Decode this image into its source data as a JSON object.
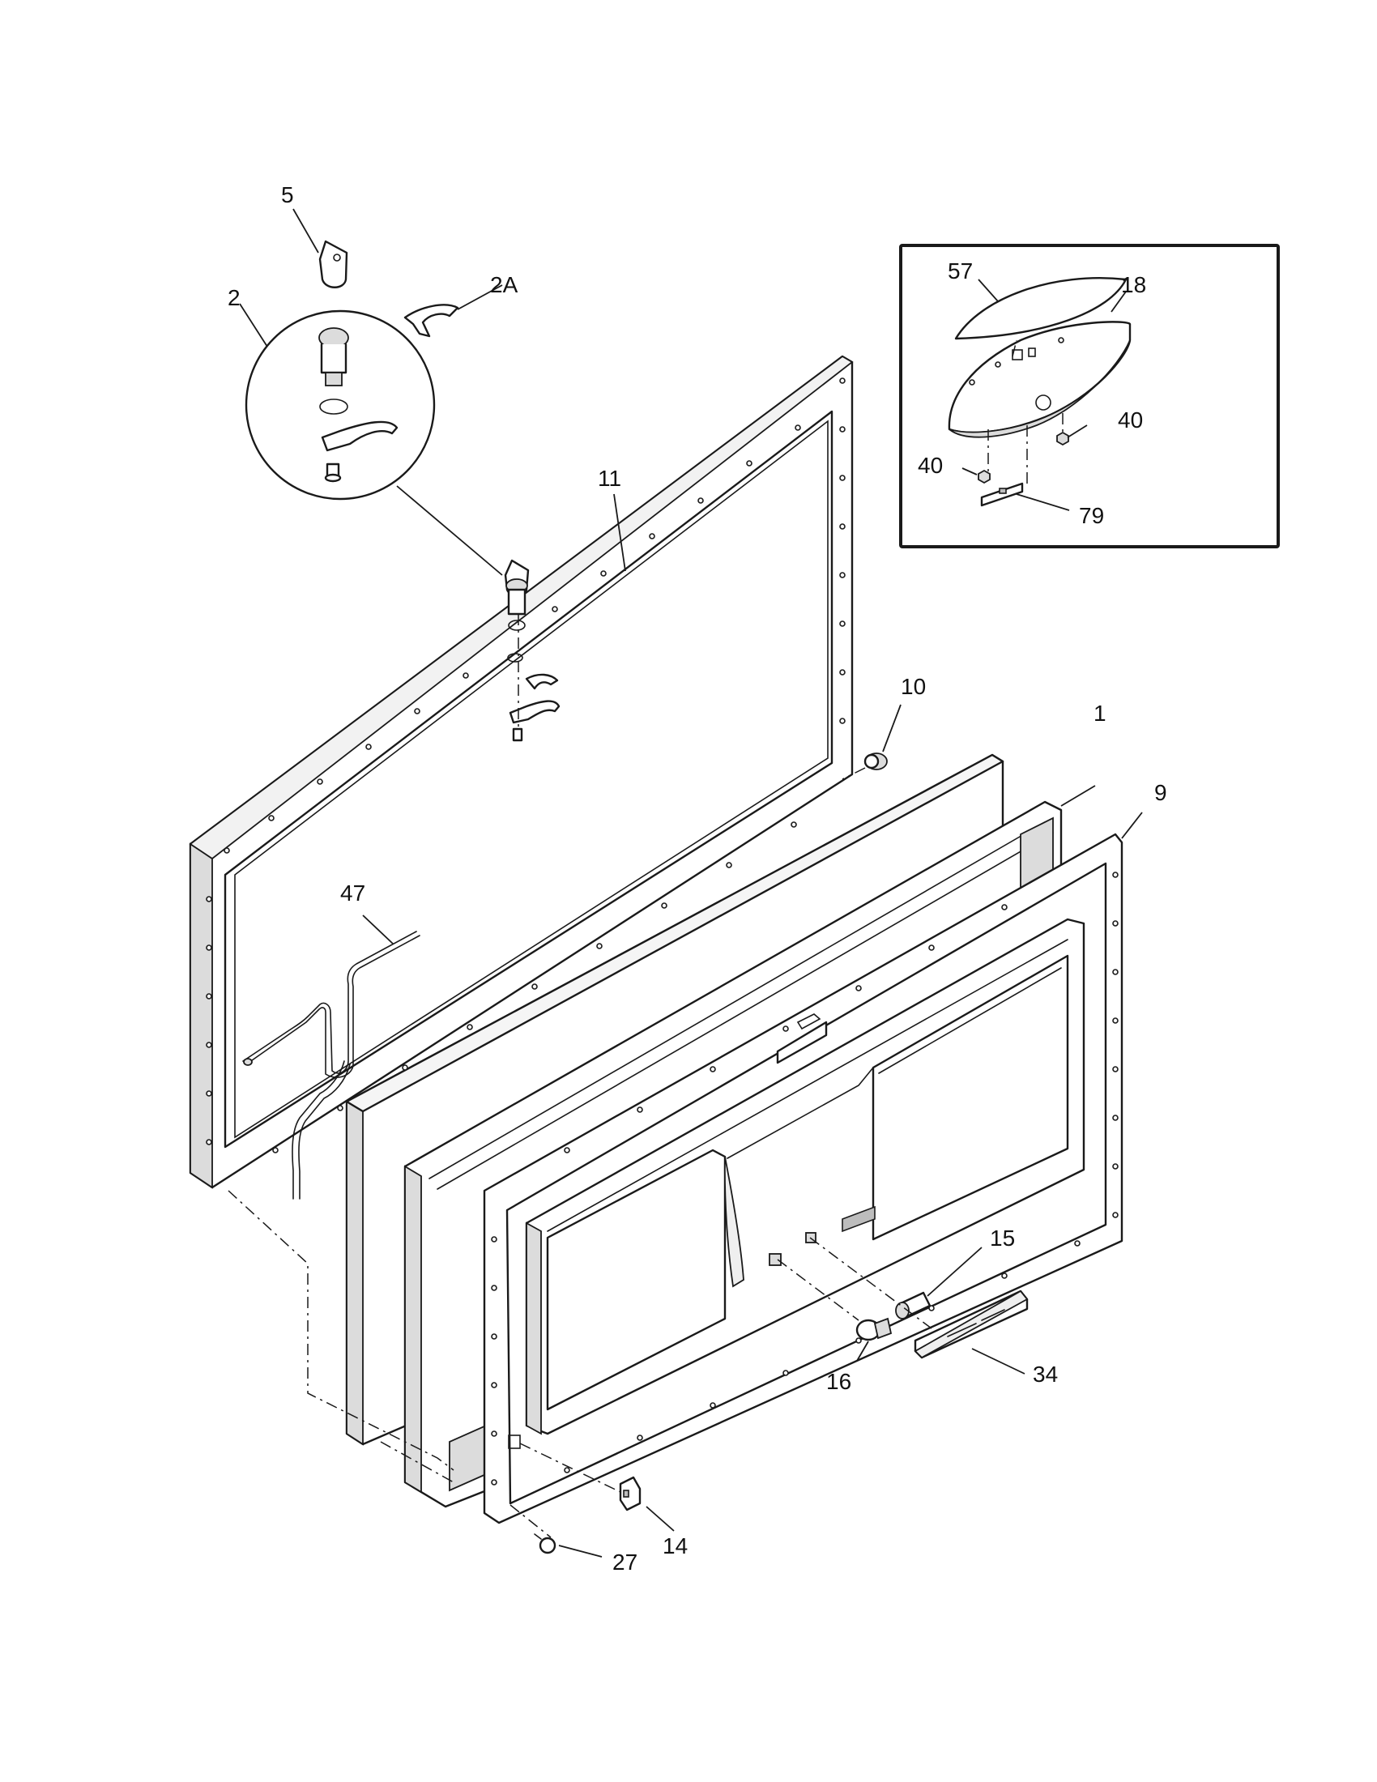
{
  "diagram": {
    "callouts": {
      "c5": "5",
      "c2": "2",
      "c2a": "2A",
      "c11": "11",
      "c10": "10",
      "c1": "1",
      "c9": "9",
      "c47": "47",
      "c15": "15",
      "c16": "16",
      "c34": "34",
      "c14": "14",
      "c27": "27",
      "c57": "57",
      "c18": "18",
      "c40a": "40",
      "c40b": "40",
      "c79": "79"
    }
  }
}
